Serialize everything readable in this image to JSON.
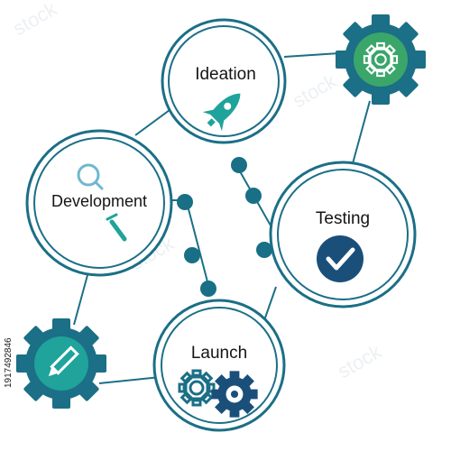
{
  "diagram": {
    "nodes": {
      "ideation": {
        "label": "Ideation",
        "icon": "rocket-icon"
      },
      "development": {
        "label": "Development",
        "icon": "magnifier-and-pen-icon"
      },
      "testing": {
        "label": "Testing",
        "icon": "checkmark-badge-icon"
      },
      "launch": {
        "label": "Launch",
        "icon": "gears-icon"
      }
    },
    "gears": {
      "top_right": {
        "icon": "gear-icon"
      },
      "bottom_left": {
        "icon": "pencil-icon"
      }
    }
  },
  "colors": {
    "primary": "#1b6f86",
    "dark": "#1a4f7a",
    "gear_green": "#3aa66a",
    "gear_teal": "#1fa39a",
    "connector_dot": "#186f86"
  },
  "watermark": {
    "text": "stock",
    "side_id": "1917492846"
  }
}
